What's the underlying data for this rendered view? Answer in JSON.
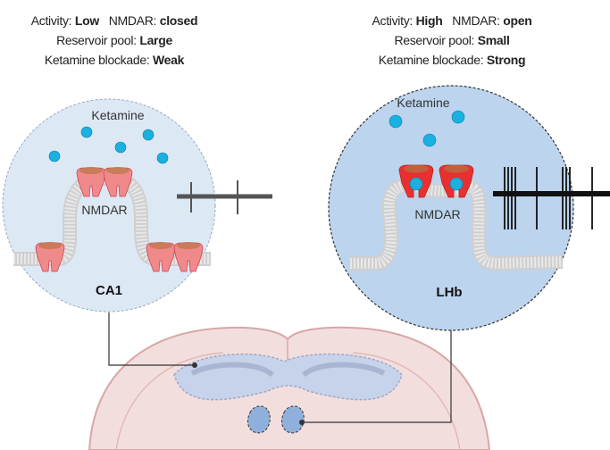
{
  "left_panel": {
    "region": "CA1",
    "activity_label": "Activity:",
    "activity_value": "Low",
    "nmdar_label": "NMDAR:",
    "nmdar_value": "closed",
    "reservoir_label": "Reservoir pool:",
    "reservoir_value": "Large",
    "blockade_label": "Ketamine blockade:",
    "blockade_value": "Weak",
    "ketamine_label": "Ketamine",
    "receptor_label": "NMDAR"
  },
  "right_panel": {
    "region": "LHb",
    "activity_label": "Activity:",
    "activity_value": "High",
    "nmdar_label": "NMDAR:",
    "nmdar_value": "open",
    "reservoir_label": "Reservoir pool:",
    "reservoir_value": "Small",
    "blockade_label": "Ketamine blockade:",
    "blockade_value": "Strong",
    "ketamine_label": "Ketamine",
    "receptor_label": "NMDAR"
  },
  "colors": {
    "ca1_circle": "#dde8f5",
    "lhb_circle": "#bcd4ee",
    "ketamine": "#1ab0e0",
    "nmdar_closed": "#f08a8a",
    "nmdar_open": "#e83030",
    "brain": "#f3dede",
    "membrane": "#d9d9d9"
  }
}
